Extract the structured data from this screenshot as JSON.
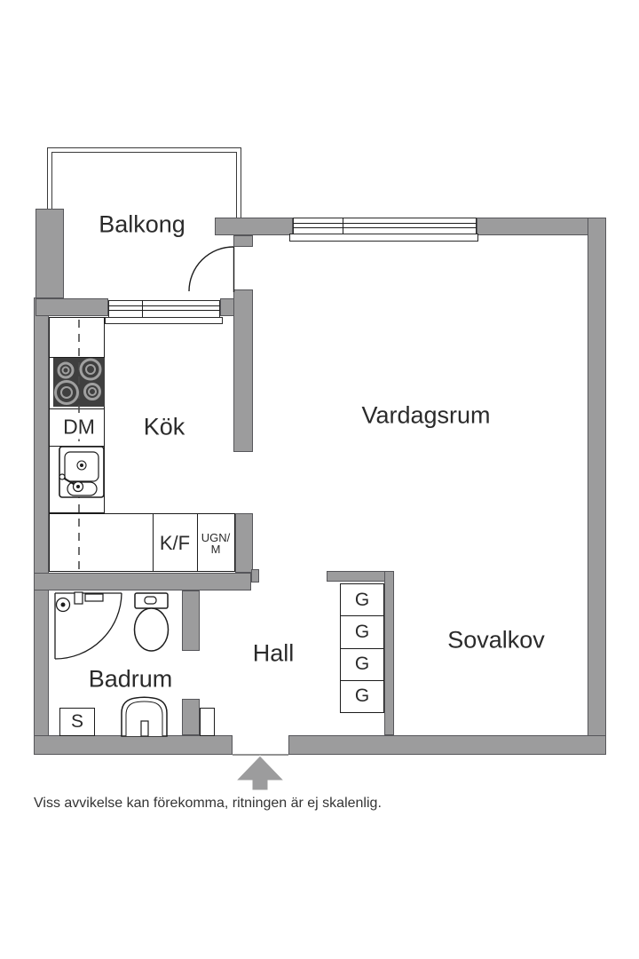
{
  "plan": {
    "caption": "Viss avvikelse kan förekomma, ritningen är ej skalenlig.",
    "colors": {
      "wall": "#9c9c9d",
      "wall_border": "#56565a",
      "line": "#1c1c1c",
      "text": "#2b2b2b",
      "stove": "#3f3f3f",
      "burner_ring": "#a0a0a0",
      "entry_arrow": "#9c9c9d"
    },
    "rooms": {
      "balcony": {
        "label": "Balkong"
      },
      "kitchen": {
        "label": "Kök"
      },
      "living_room": {
        "label": "Vardagsrum"
      },
      "hall": {
        "label": "Hall"
      },
      "bathroom": {
        "label": "Badrum"
      },
      "sleeping_alcove": {
        "label": "Sovalkov"
      }
    },
    "fixtures": {
      "dishwasher_label": "DM",
      "fridge_freezer_label": "K/F",
      "oven_micro_line1": "UGN/",
      "oven_micro_line2": "M",
      "bathroom_cabinet_label": "S",
      "wardrobes": [
        "G",
        "G",
        "G",
        "G"
      ]
    }
  }
}
